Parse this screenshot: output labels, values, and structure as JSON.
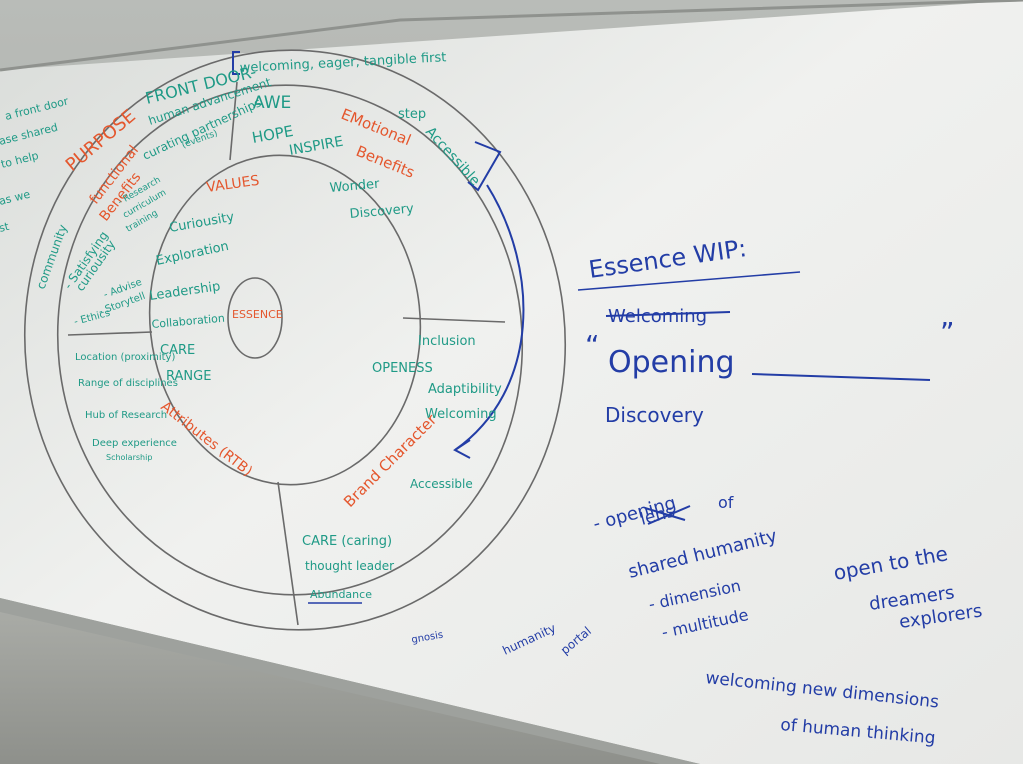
{
  "colors": {
    "teal": "#1f9a86",
    "orange": "#e4572e",
    "blue": "#233da6",
    "ink": "#5b5b5b"
  },
  "left_edge_notes": [
    "a front door",
    "ase shared",
    "to help",
    "as we",
    "st"
  ],
  "ring": {
    "community": "community",
    "purpose": "PURPOSE",
    "front_door": "FRONT DOOR-",
    "front_door_note_1": "welcoming, eager, tangible first",
    "front_door_note_2": "step",
    "accessible_corner": "Accessible"
  },
  "top_right_wedge": {
    "awe": "AWE",
    "hope": "HOPE",
    "inspire": "INSPIRE",
    "emotional": "EMotional",
    "benefits": "Benefits",
    "wonder": "Wonder",
    "discovery": "Discovery"
  },
  "functional": {
    "title_1": "functional",
    "title_2": "Benefits",
    "line_1": "human advancement",
    "line_2": "curating partnerships",
    "line_3": "(events)",
    "research": "- Research",
    "curriculum": "curriculum",
    "training": "training",
    "satisfying_1": "- Satisfying",
    "satisfying_2": "curiousity",
    "advise": "- Advise",
    "storytell": "- Storytell",
    "ethics": "- Ethics"
  },
  "values": {
    "title": "VALUES",
    "items": [
      "Curiousity",
      "Exploration",
      "Leadership",
      "Collaboration",
      "CARE",
      "RANGE"
    ]
  },
  "essence_center": "ESSENCE",
  "attributes": {
    "title": "Attributes (RTB)",
    "items": [
      "Location (proximity)",
      "Range of disciplines",
      "Hub of Research",
      "Deep experience",
      "Scholarship"
    ]
  },
  "brand_character": {
    "title": "Brand Character",
    "openess": "OPENESS",
    "items": [
      "Inclusion",
      "Adaptibility",
      "Welcoming",
      "Accessible"
    ]
  },
  "bottom_wedge": {
    "items": [
      "CARE (caring)",
      "thought leader",
      "Abundance"
    ]
  },
  "blue_notes": {
    "essence_wip": "Essence WIP:",
    "welcoming_struck": "Welcoming",
    "open_quote": "“",
    "opening": "Opening",
    "close_quote": "”",
    "discovery": "Discovery",
    "opening_lens": "- opening",
    "lens": "lens",
    "of": "of",
    "shared_humanity": "shared humanity",
    "dimension": "- dimension",
    "multitude": "- multitude",
    "open_to_the": "open to the",
    "dreamers": "dreamers",
    "explorers": "explorers",
    "humanity": "humanity",
    "portal": "portal",
    "gnosis": "gnosis",
    "welcoming_new": "welcoming new dimensions",
    "of_human": "of human thinking"
  }
}
